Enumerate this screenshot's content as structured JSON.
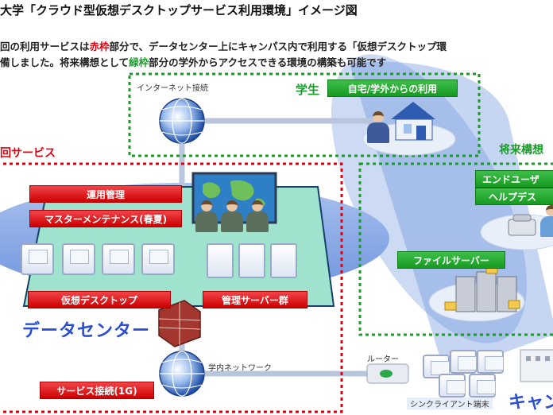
{
  "title": "大学「クラウド型仮想デスクトップサービス利用環境」イメージ図",
  "intro": {
    "line1_pre": "回の利用サービスは",
    "line1_red": "赤枠",
    "line1_post": "部分で、データセンター上にキャンパス内で利用する「仮想デスクトップ環",
    "line2_pre": "備しました。将来構想として",
    "line2_green": "緑枠",
    "line2_post": "部分の学外からアクセスできる環境の構築も可能です"
  },
  "labels": {
    "internet": "インターネット接続",
    "student": "学生",
    "home_use": "自宅/学外からの利用",
    "current_service": "回サービス",
    "future": "将来構想",
    "operation": "運用管理",
    "master_maintenance": "マスターメンテナンス(春夏)",
    "virtual_desktop": "仮想デスクトップ",
    "management_servers": "管理サーバー群",
    "data_center": "データセンター",
    "campus_network": "学内ネットワーク",
    "service_connection": "サービス接続(1G)",
    "router": "ルーター",
    "thin_client": "シンクライアント端末",
    "campus": "キャン",
    "enduser_line1": "エンドユーザ",
    "enduser_line2": "ヘルプデス",
    "file_server": "ファイルサーバー"
  },
  "colors": {
    "red_frame": "#e3000f",
    "green_frame": "#1a9b2a",
    "datacenter_blue": "#2c4fd1",
    "ellipse_blue": "#5d86d8",
    "teal_platform": "#9fe3cf"
  }
}
